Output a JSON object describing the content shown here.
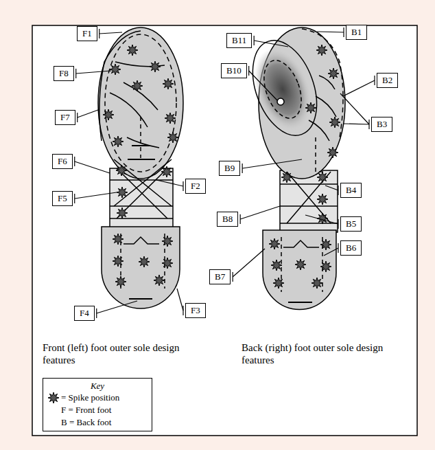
{
  "diagram": {
    "nodes": [
      {
        "text": [
          "F1"
        ]
      },
      {
        "text": [
          "B1"
        ]
      },
      {
        "text": [
          "B11"
        ]
      },
      {
        "text": [
          "F8"
        ]
      },
      {
        "text": [
          "B10"
        ]
      },
      {
        "text": [
          "B2"
        ]
      },
      {
        "text": [
          "F7"
        ]
      },
      {
        "text": [
          "B3"
        ]
      },
      {
        "text": [
          "F6"
        ]
      },
      {
        "text": [
          "B9"
        ]
      },
      {
        "text": [
          "F2"
        ]
      },
      {
        "text": [
          "B4"
        ]
      },
      {
        "text": [
          "F5"
        ]
      },
      {
        "text": [
          "B8"
        ]
      },
      {
        "text": [
          "B5"
        ]
      },
      {
        "text": [
          "B6"
        ]
      },
      {
        "text": [
          "B7"
        ]
      },
      {
        "text": [
          "F4"
        ]
      },
      {
        "text": [
          "F3"
        ]
      }
    ],
    "labels": [
      "Front (left) foot outer sole design features",
      "Back (right) foot outer sole design features",
      "Key"
    ],
    "legend": [
      {
        "text": "= Spike position"
      },
      {
        "text": "F = Front foot"
      },
      {
        "text": "B = Back foot"
      }
    ]
  }
}
